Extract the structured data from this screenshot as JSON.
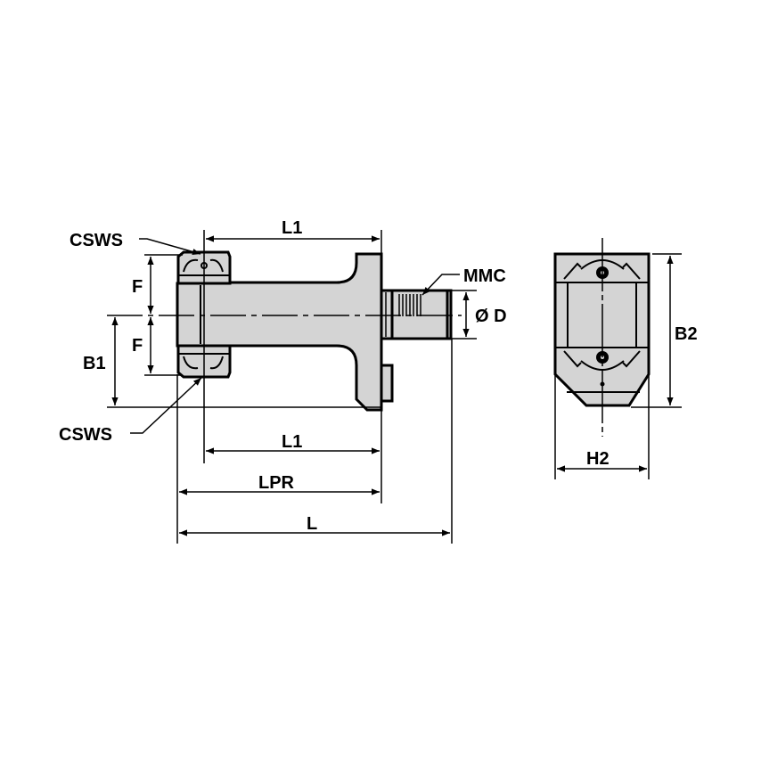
{
  "labels": {
    "csws_top": "CSWS",
    "csws_bottom": "CSWS",
    "f_top": "F",
    "f_bottom": "F",
    "b1": "B1",
    "l1_top": "L1",
    "l1_bottom": "L1",
    "lpr": "LPR",
    "l": "L",
    "mmc": "MMC",
    "od": "Ø D",
    "b2": "B2",
    "h2": "H2"
  },
  "colors": {
    "fill": "#d4d4d4",
    "line": "#000000",
    "background": "#ffffff"
  }
}
